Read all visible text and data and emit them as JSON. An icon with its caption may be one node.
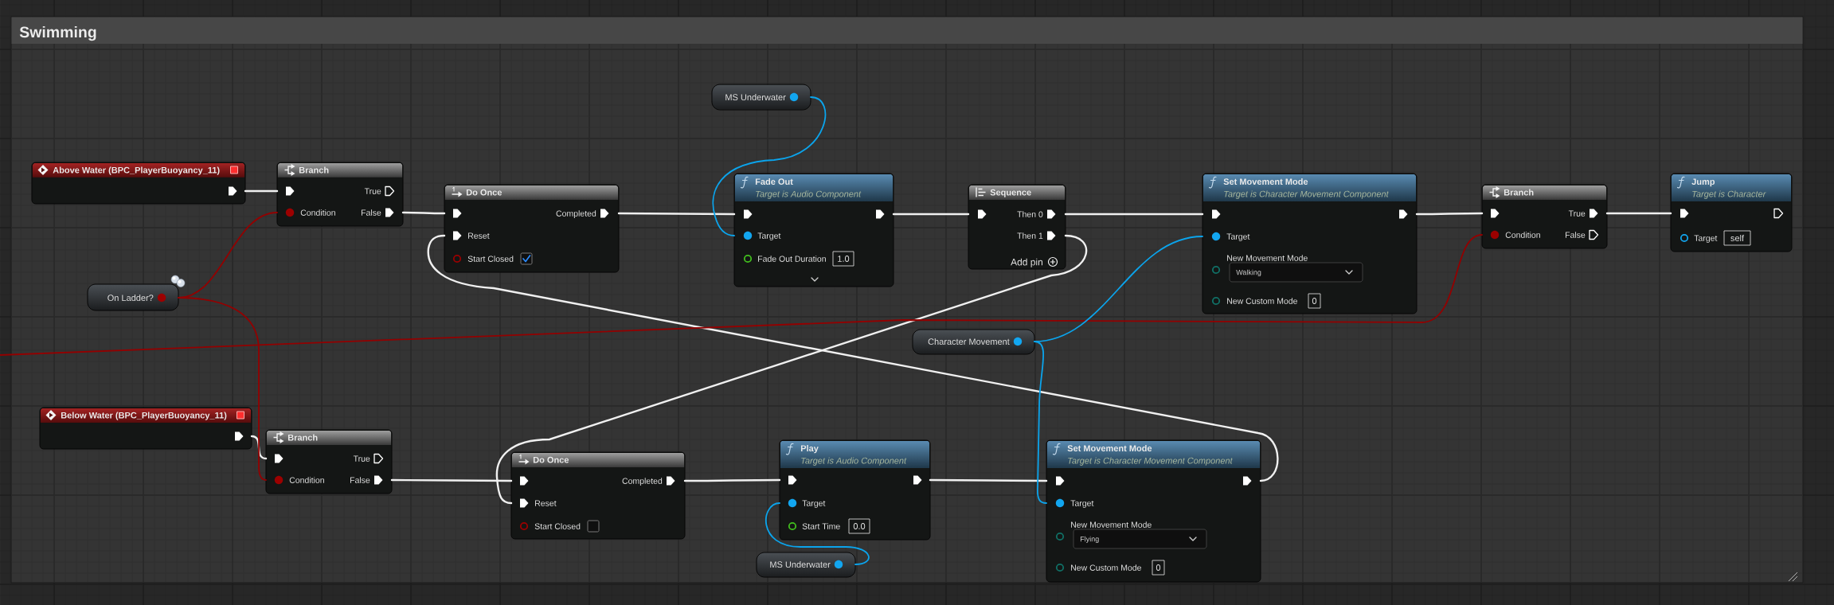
{
  "diagram": {
    "nodes": [
      {
        "text": [
          "Swimming"
        ]
      },
      {
        "text": [
          "MS Underwater"
        ],
        "in": 0
      },
      {
        "text": [
          "Above Water (BPC_PlayerBuoyancy_11)"
        ],
        "in": 0
      },
      {
        "text": [
          "Branch",
          "True",
          "Condition",
          "False"
        ],
        "in": 0
      },
      {
        "text": [
          "Do Once",
          "Completed",
          "Reset",
          "Start Closed"
        ],
        "in": 0
      },
      {
        "text": [
          "Fade Out",
          "Target is Audio Component",
          "Target",
          "Fade Out Duration",
          "1.0"
        ],
        "in": 0
      },
      {
        "text": [
          "Sequence",
          "Then 0",
          "Then 1",
          "Add pin"
        ],
        "in": 0
      },
      {
        "text": [
          "Set Movement Mode",
          "Target is Character Movement Component",
          "Target",
          "New Movement Mode",
          "Walking",
          "New Custom Mode",
          "0"
        ],
        "in": 0
      },
      {
        "text": [
          "Branch",
          "True",
          "Condition",
          "False"
        ],
        "in": 0
      },
      {
        "text": [
          "Jump",
          "Target is Character",
          "Target",
          "self"
        ],
        "in": 0
      },
      {
        "text": [
          "On Ladder?"
        ],
        "in": 0
      },
      {
        "text": [
          "Character Movement"
        ],
        "in": 0
      },
      {
        "text": [
          "Below Water (BPC_PlayerBuoyancy_11)"
        ],
        "in": 0
      },
      {
        "text": [
          "Branch",
          "True",
          "Condition",
          "False"
        ],
        "in": 0
      },
      {
        "text": [
          "Do Once",
          "Completed",
          "Reset",
          "Start Closed"
        ],
        "in": 0
      },
      {
        "text": [
          "Play",
          "Target is Audio Component",
          "Target",
          "Start Time",
          "0.0"
        ],
        "in": 0
      },
      {
        "text": [
          "Set Movement Mode",
          "Target is Character Movement Component",
          "Target",
          "New Movement Mode",
          "Flying",
          "New Custom Mode",
          "0"
        ],
        "in": 0
      },
      {
        "text": [
          "MS Underwater"
        ],
        "in": 0
      }
    ],
    "edges": [
      {
        "from": 2,
        "to": 3,
        "arrow": "none"
      },
      {
        "from": 3,
        "to": 4,
        "arrow": "none"
      },
      {
        "from": 4,
        "to": 5,
        "arrow": "none"
      },
      {
        "from": 5,
        "to": 6,
        "arrow": "none"
      },
      {
        "from": 6,
        "to": 7,
        "arrow": "none"
      },
      {
        "from": 7,
        "to": 8,
        "arrow": "none"
      },
      {
        "from": 8,
        "to": 9,
        "arrow": "none"
      },
      {
        "from": 6,
        "to": 14,
        "arrow": "none"
      },
      {
        "from": 12,
        "to": 13,
        "arrow": "none"
      },
      {
        "from": 13,
        "to": 14,
        "arrow": "none"
      },
      {
        "from": 14,
        "to": 15,
        "arrow": "none"
      },
      {
        "from": 15,
        "to": 16,
        "arrow": "none"
      },
      {
        "from": 16,
        "to": 4,
        "arrow": "none"
      },
      {
        "from": 10,
        "to": 3,
        "arrow": "none",
        "color": "#930000"
      },
      {
        "from": 10,
        "to": 13,
        "arrow": "none",
        "color": "#930000"
      },
      {
        "from": null,
        "to": 8,
        "arrow": "none",
        "color": "#930000"
      },
      {
        "from": 1,
        "to": 5,
        "arrow": "none",
        "color": "#0ba4ec"
      },
      {
        "from": 17,
        "to": 15,
        "arrow": "none",
        "color": "#0ba4ec"
      },
      {
        "from": 11,
        "to": 7,
        "arrow": "none",
        "color": "#0ba4ec"
      },
      {
        "from": 11,
        "to": 16,
        "arrow": "none",
        "color": "#0ba4ec"
      }
    ]
  }
}
